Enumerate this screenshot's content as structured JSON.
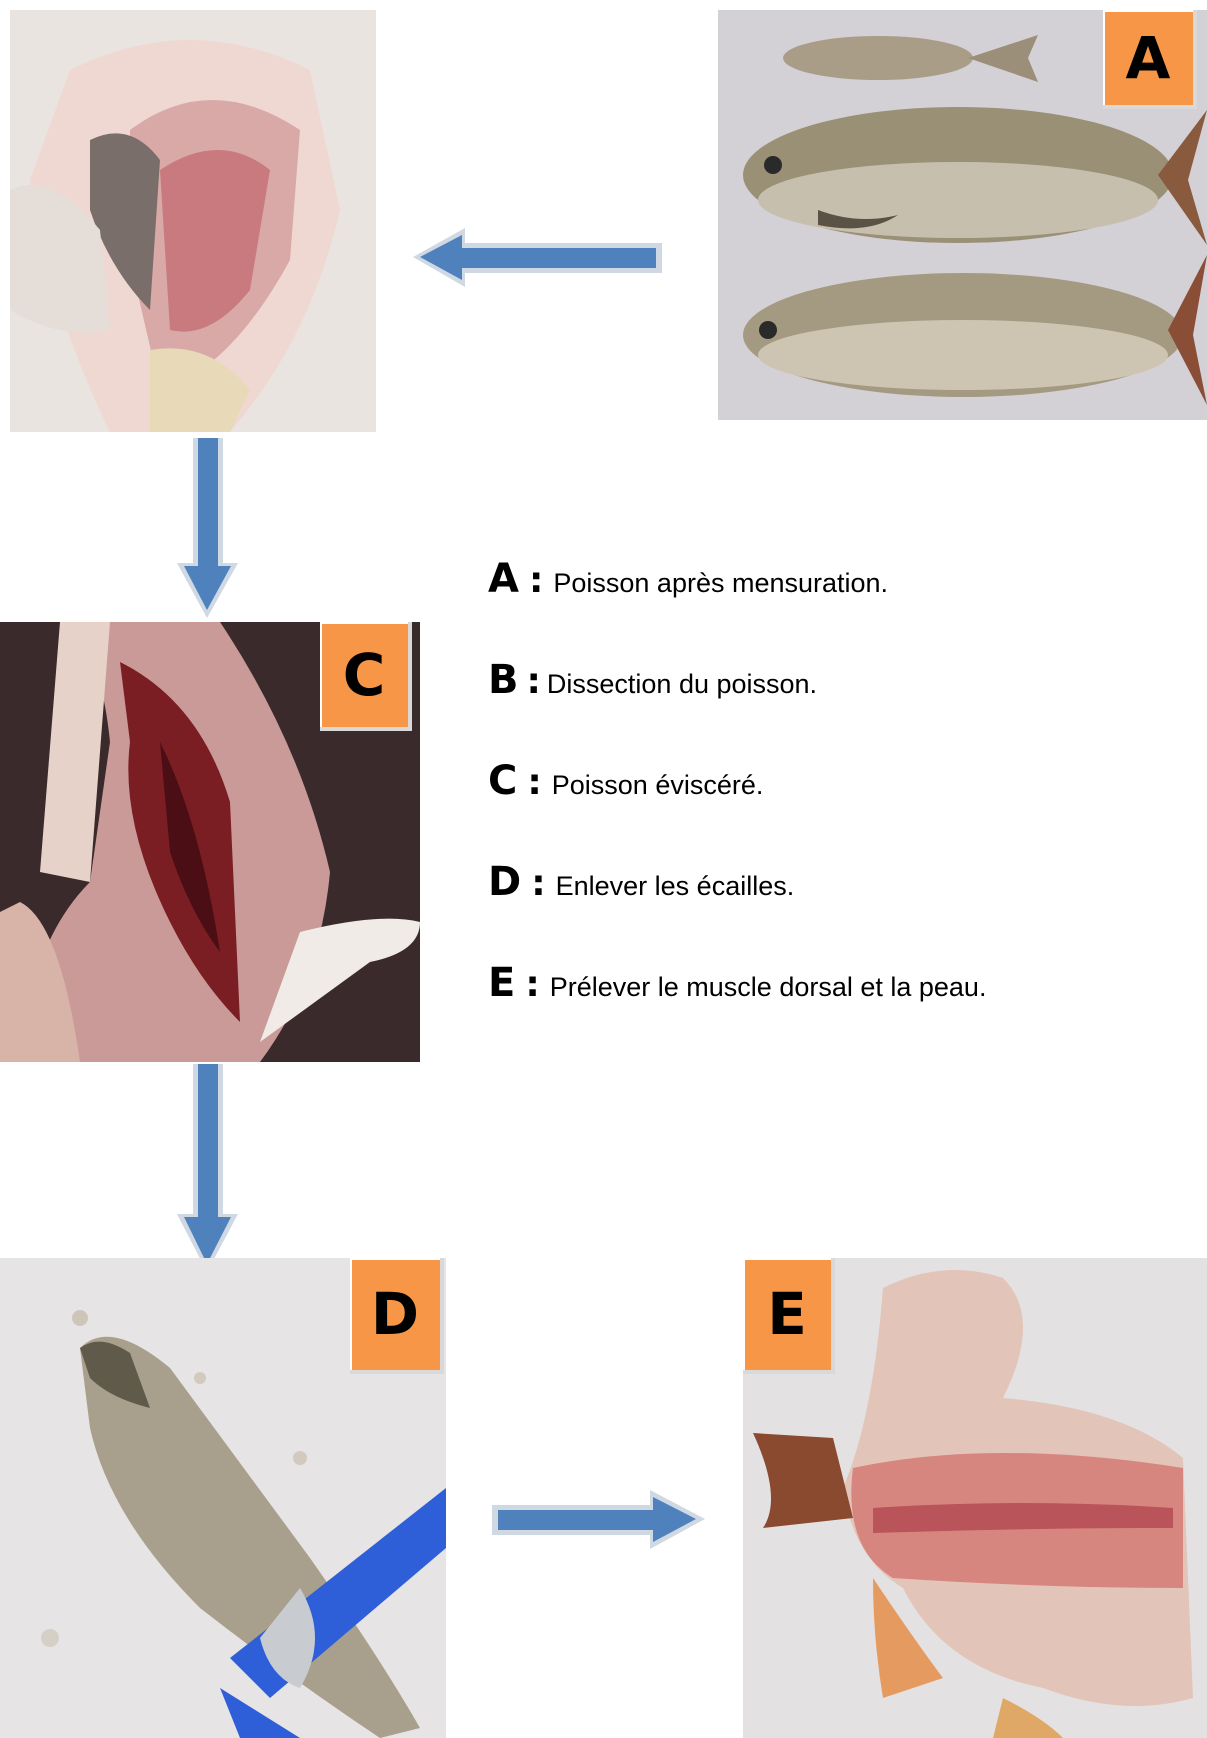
{
  "panels": {
    "a": {
      "label": "A"
    },
    "b": {
      "label": ""
    },
    "c": {
      "label": "C"
    },
    "d": {
      "label": "D"
    },
    "e": {
      "label": "E"
    }
  },
  "legend": [
    {
      "letter": "A",
      "sep": ":",
      "text": "Poisson après mensuration."
    },
    {
      "letter": "B",
      "sep": ":",
      "text": "Dissection du  poisson."
    },
    {
      "letter": "C",
      "sep": ":",
      "text": "Poisson éviscéré."
    },
    {
      "letter": "D",
      "sep": ":",
      "text": "Enlever les écailles."
    },
    {
      "letter": "E",
      "sep": ":",
      "text": "Prélever le muscle dorsal et la peau."
    }
  ],
  "colors": {
    "label_bg": "#f79646",
    "arrow": "#4f81bd",
    "arrow_edge": "#cfd8e3"
  }
}
